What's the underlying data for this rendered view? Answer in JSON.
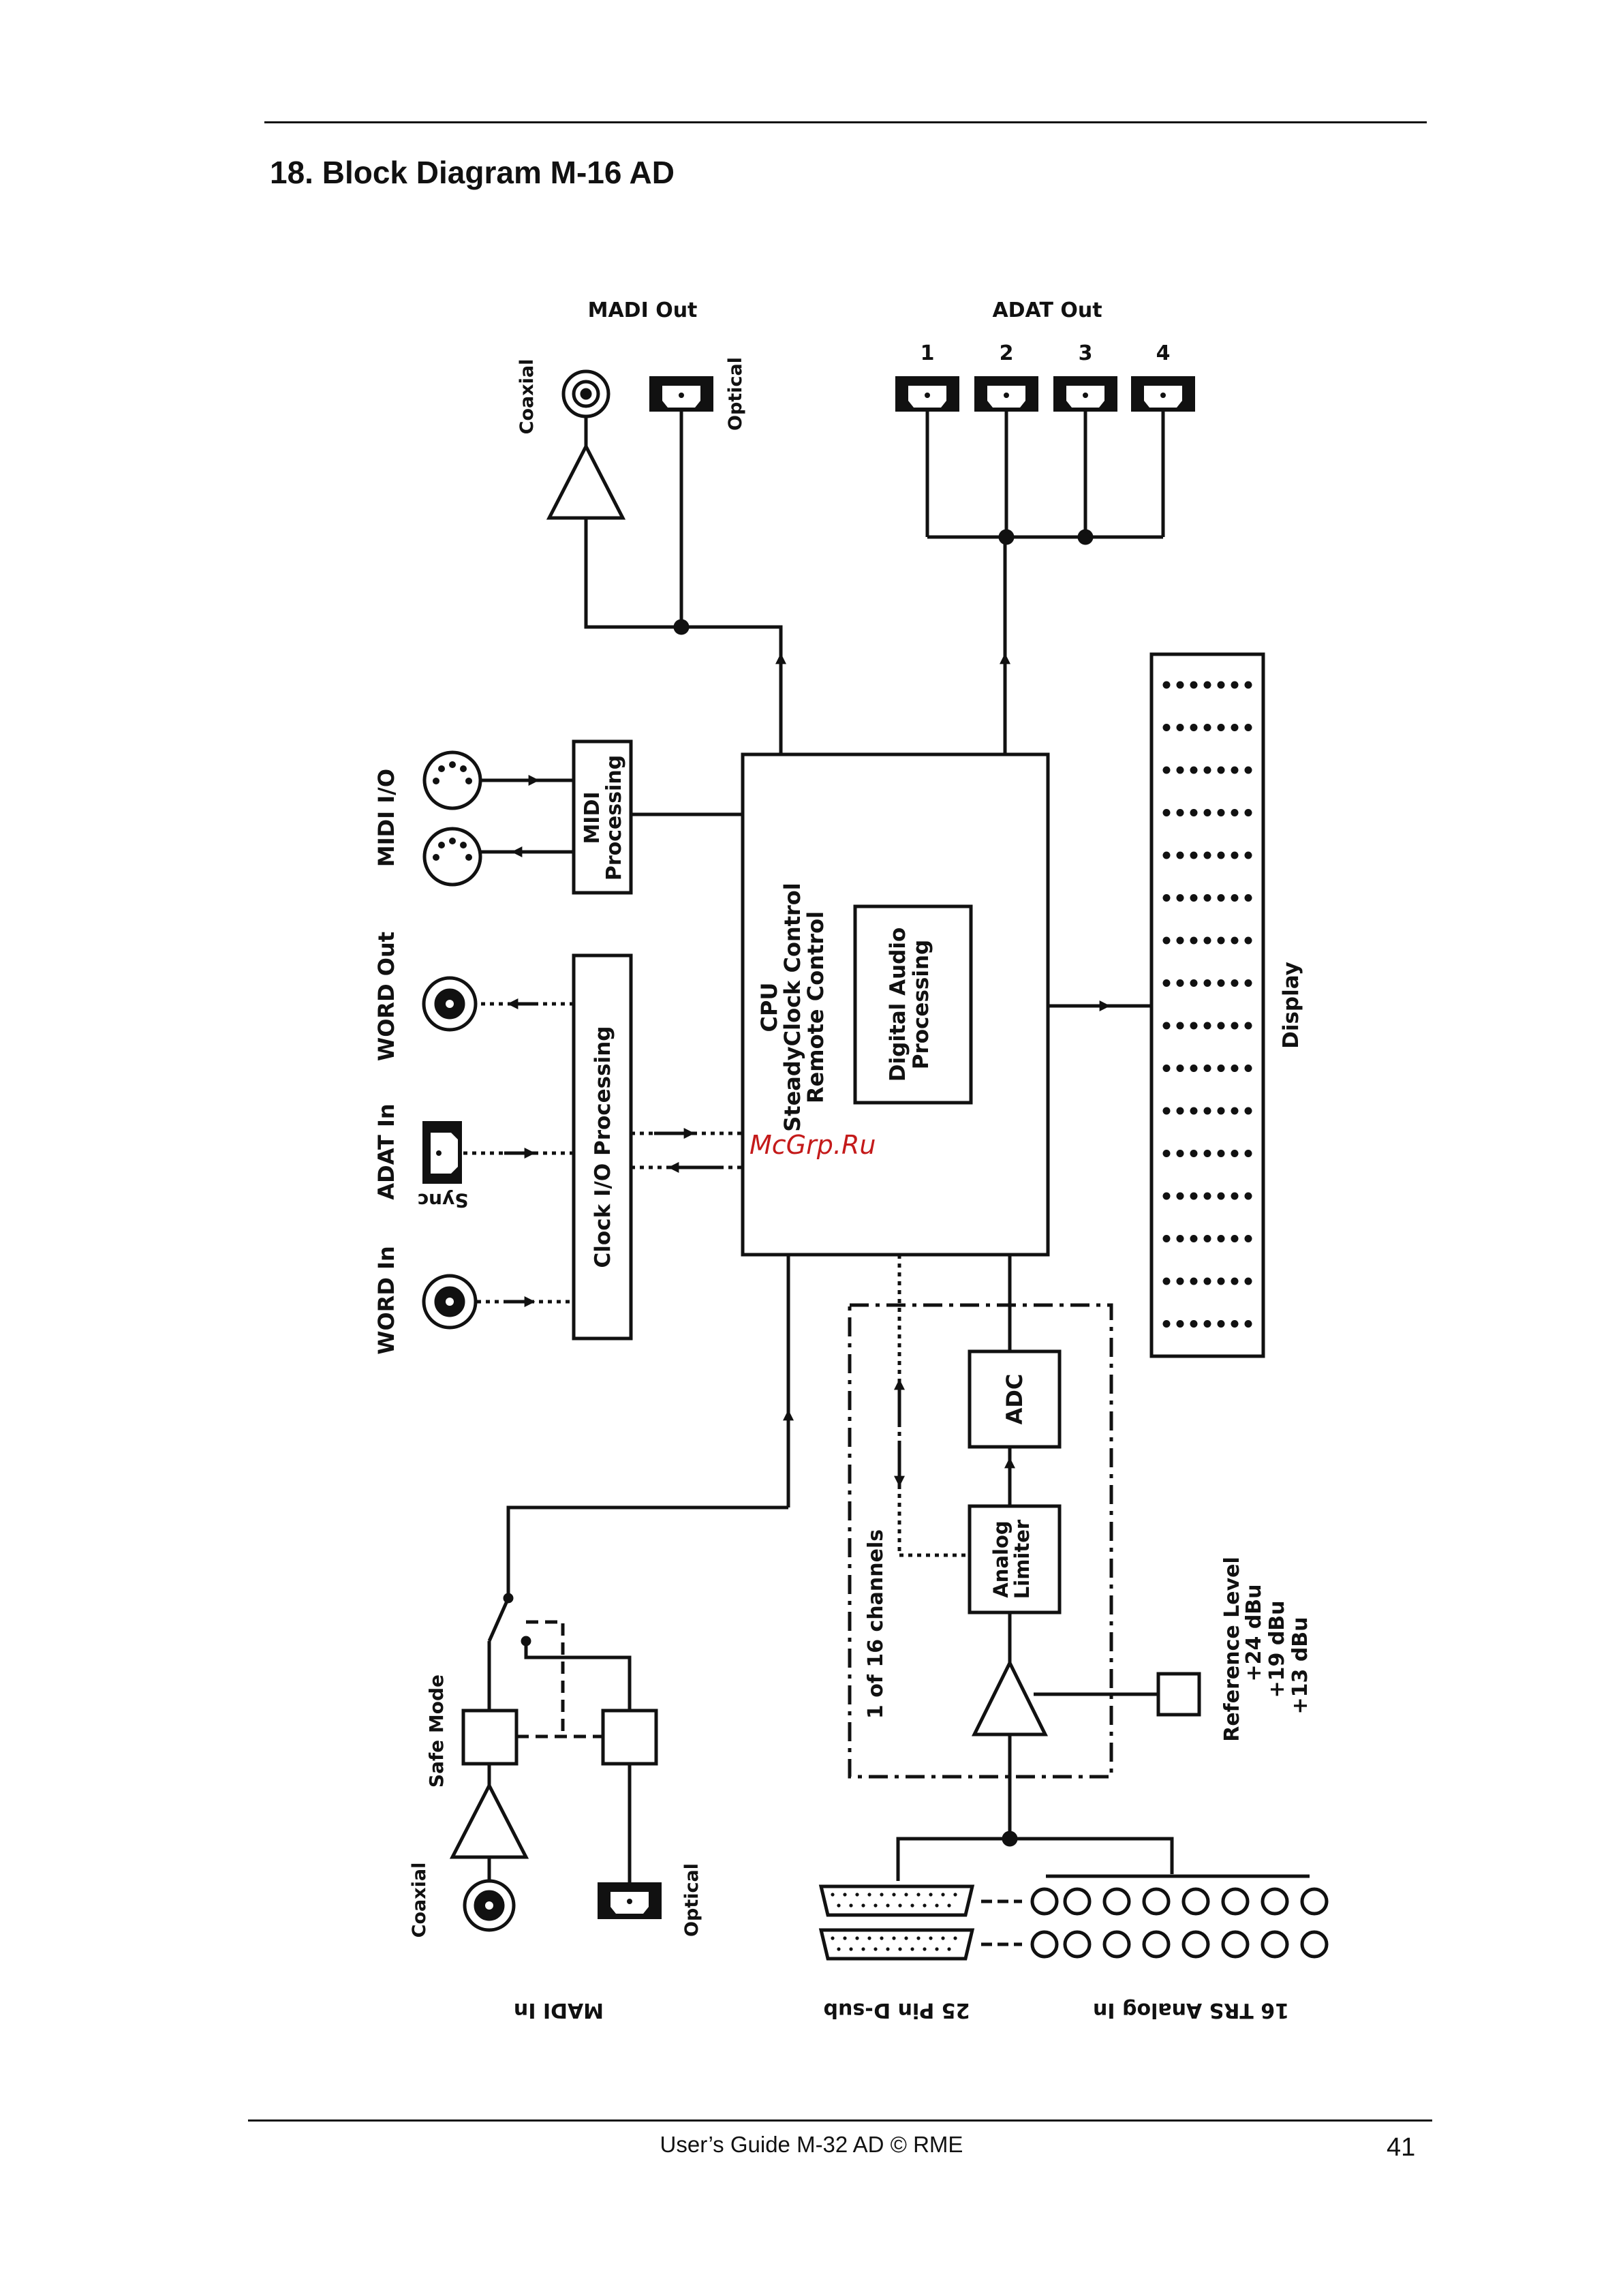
{
  "page": {
    "title": "18. Block Diagram M-16 AD",
    "footer": "User’s Guide M-32 AD  ©  RME",
    "page_number": "41",
    "watermark": "McGrp.Ru"
  },
  "diagram": {
    "madi_out": {
      "title": "MADI Out",
      "coaxial": "Coaxial",
      "optical": "Optical"
    },
    "adat_out": {
      "title": "ADAT Out",
      "ports": [
        "1",
        "2",
        "3",
        "4"
      ]
    },
    "midi_io": "MIDI I/O",
    "word_out": "WORD Out",
    "adat_in": "ADAT In",
    "sync": "Sync",
    "word_in": "WORD In",
    "midi_processing": [
      "MIDI",
      "Processing"
    ],
    "clock_processing": "Clock I/O Processing",
    "cpu": [
      "CPU",
      "SteadyClock Control",
      "Remote Control"
    ],
    "dsp": [
      "Digital Audio",
      "Processing"
    ],
    "display": "Display",
    "adc": "ADC",
    "limiter": [
      "Analog",
      "Limiter"
    ],
    "channels": "1 of 16 channels",
    "reference": {
      "title": "Reference Level",
      "levels": [
        "+24 dBu",
        "+19 dBu",
        "+13 dBu"
      ]
    },
    "safe_mode": "Safe Mode",
    "madi_in": {
      "title": "MADI In",
      "coaxial": "Coaxial",
      "optical": "Optical"
    },
    "dsub": "25 Pin D-sub",
    "trs": "16 TRS Analog In"
  }
}
